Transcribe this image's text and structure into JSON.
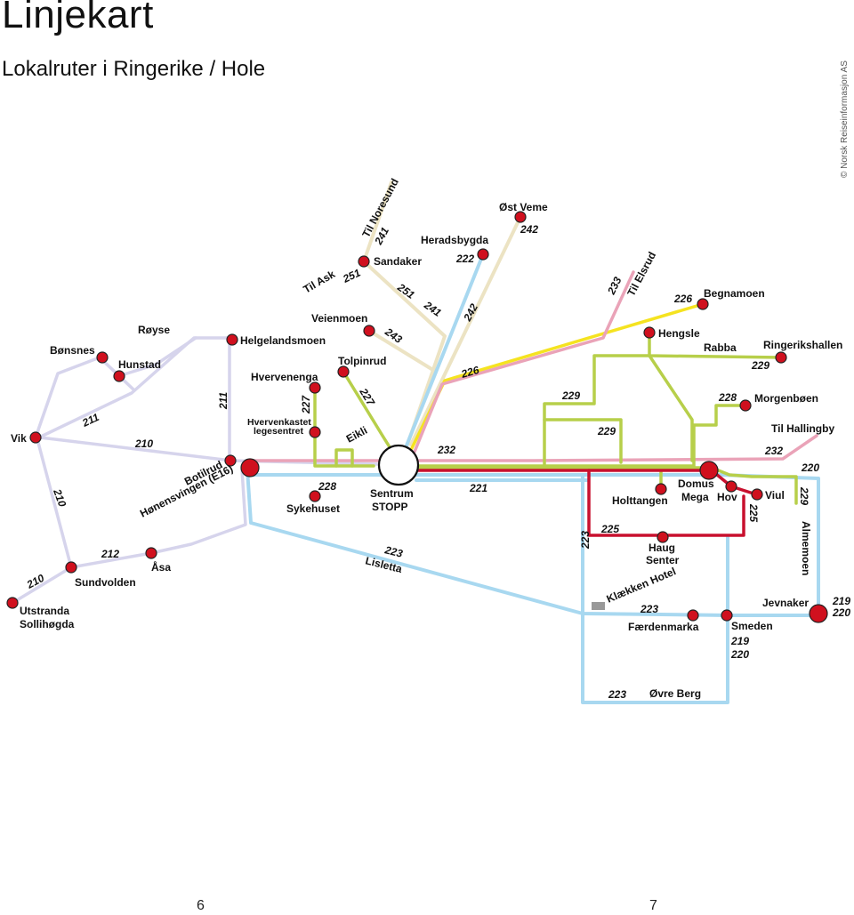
{
  "header": {
    "title": "Linjekart",
    "subtitle": "Lokalruter i Ringerike / Hole",
    "copyright": "© Norsk Reiseinformasjon AS"
  },
  "pages": {
    "left": "6",
    "right": "7"
  },
  "colors": {
    "line_lavender": "#d6d4ec",
    "line_blue": "#a3d4ee",
    "line_lightblue": "#8fcbe9",
    "line_green": "#b7cf4a",
    "line_pink": "#eaa3b8",
    "line_yellow": "#f5e320",
    "line_beige": "#ece3c3",
    "line_red": "#c8102e",
    "stop_red": "#d0101e"
  },
  "map": {
    "stops": [
      "Vik",
      "Bønsnes",
      "Hunstad",
      "Røyse",
      "Helgelandsmoen",
      "Hvervenenga",
      "Hvervenkastet legesentret",
      "Botilrud",
      "Hønensvingen (E16)",
      "Sykehuset",
      "Sentrum STOPP",
      "Tolpinrud",
      "Eikli",
      "Veienmoen",
      "Sandaker",
      "Til Ask",
      "Til Noresund",
      "Heradsbygda",
      "Øst Veme",
      "Til Elsrud",
      "Begnamoen",
      "Hengsle",
      "Rabba",
      "Ringerikshallen",
      "Morgenbøen",
      "Til Hallingby",
      "Holttangen",
      "Domus Mega",
      "Hov",
      "Viul",
      "Almemoen",
      "Haug Senter",
      "Klækken Hotel",
      "Færdenmarka",
      "Smeden",
      "Jevnaker",
      "Øvre Berg",
      "Lisletta",
      "Sundvolden",
      "Åsa",
      "Utstranda Sollihøgda"
    ],
    "labels": {
      "vik": "Vik",
      "bonsnes": "Bønsnes",
      "hunstad": "Hunstad",
      "royse": "Røyse",
      "helgelandsmoen": "Helgelandsmoen",
      "hvervenenga": "Hvervenenga",
      "hvervenkastet_1": "Hvervenkastet",
      "hvervenkastet_2": "legesentret",
      "botilrud": "Botilrud",
      "honensvingen": "Hønensvingen (E16)",
      "sykehuset": "Sykehuset",
      "sentrum_1": "Sentrum",
      "sentrum_2": "STOPP",
      "tolpinrud": "Tolpinrud",
      "eikli": "Eikli",
      "veienmoen": "Veienmoen",
      "sandaker": "Sandaker",
      "til_ask": "Til Ask",
      "til_noresund": "Til Noresund",
      "heradsbygda": "Heradsbygda",
      "ost_veme": "Øst Veme",
      "til_elsrud": "Til Elsrud",
      "begnamoen": "Begnamoen",
      "hengsle": "Hengsle",
      "rabba": "Rabba",
      "ringerikshallen": "Ringerikshallen",
      "morgenboen": "Morgenbøen",
      "til_hallingby": "Til Hallingby",
      "holttangen": "Holttangen",
      "domus_1": "Domus",
      "domus_2": "Mega",
      "hov": "Hov",
      "viul": "Viul",
      "almemoen": "Almemoen",
      "haug_1": "Haug",
      "haug_2": "Senter",
      "klaekken": "Klækken Hotel",
      "faerdenmarka": "Færdenmarka",
      "smeden": "Smeden",
      "jevnaker": "Jevnaker",
      "ovre_berg": "Øvre Berg",
      "lisletta": "Lisletta",
      "sundvolden": "Sundvolden",
      "asa": "Åsa",
      "utstranda_1": "Utstranda",
      "utstranda_2": "Sollihøgda"
    },
    "routes": {
      "r210a": "210",
      "r210b": "210",
      "r210c": "210",
      "r211a": "211",
      "r211b": "211",
      "r212": "212",
      "r227a": "227",
      "r227b": "227",
      "r228": "228",
      "r251a": "251",
      "r251b": "251",
      "r241a": "241",
      "r241b": "241",
      "r243": "243",
      "r222": "222",
      "r242a": "242",
      "r242b": "242",
      "r226a": "226",
      "r226b": "226",
      "r233": "233",
      "r229a": "229",
      "r229b": "229",
      "r229c": "229",
      "r229d": "229",
      "r228b": "228",
      "r232a": "232",
      "r232b": "232",
      "r220": "220",
      "r221": "221",
      "r223a": "223",
      "r223b": "223",
      "r223c": "223",
      "r223d": "223",
      "r225a": "225",
      "r225b": "225",
      "r219a": "219",
      "r220a": "220",
      "r219b": "219",
      "r220b": "220"
    }
  }
}
